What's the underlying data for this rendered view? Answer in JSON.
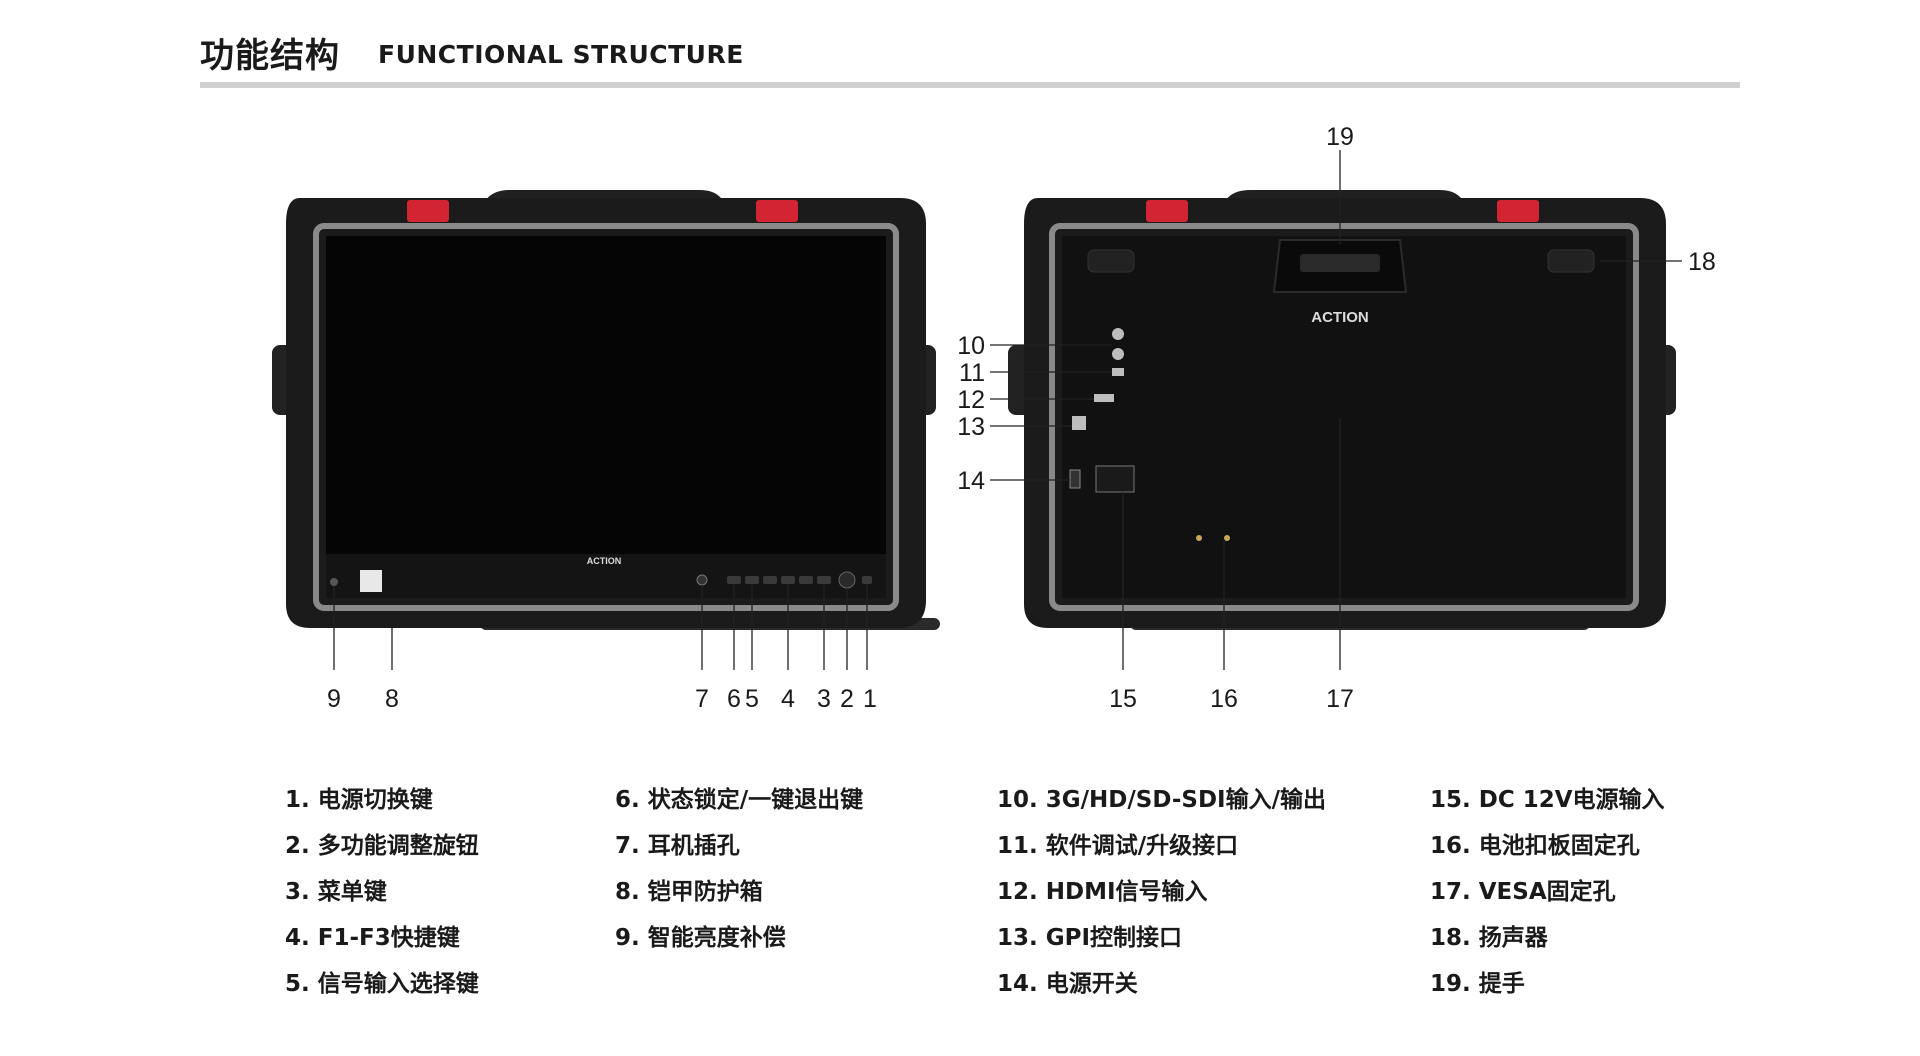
{
  "header": {
    "title_cn": "功能结构",
    "title_en": "FUNCTIONAL STRUCTURE"
  },
  "front": {
    "brand": "ACTION"
  },
  "back": {
    "brand": "ACTION"
  },
  "callouts": {
    "n1": "1",
    "n2": "2",
    "n3": "3",
    "n4": "4",
    "n5": "5",
    "n6": "6",
    "n7": "7",
    "n8": "8",
    "n9": "9",
    "n10": "10",
    "n11": "11",
    "n12": "12",
    "n13": "13",
    "n14": "14",
    "n15": "15",
    "n16": "16",
    "n17": "17",
    "n18": "18",
    "n19": "19"
  },
  "specs": {
    "col1": [
      "1. 电源切换键",
      "2. 多功能调整旋钮",
      "3. 菜单键",
      "4. F1-F3快捷键",
      "5. 信号输入选择键"
    ],
    "col2": [
      "6. 状态锁定/一键退出键",
      "7. 耳机插孔",
      "8. 铠甲防护箱",
      "9. 智能亮度补偿"
    ],
    "col3": [
      "10. 3G/HD/SD-SDI输入/输出",
      "11. 软件调试/升级接口",
      "12. HDMI信号输入",
      "13. GPI控制接口",
      "14. 电源开关"
    ],
    "col4": [
      "15. DC 12V电源输入",
      "16. 电池扣板固定孔",
      "17. VESA固定孔",
      "18. 扬声器",
      "19. 提手"
    ]
  },
  "colors": {
    "case_body": "#1b1b1b",
    "latch_red": "#d32433",
    "screen": "#050505",
    "rule": "#d0d0d0"
  }
}
